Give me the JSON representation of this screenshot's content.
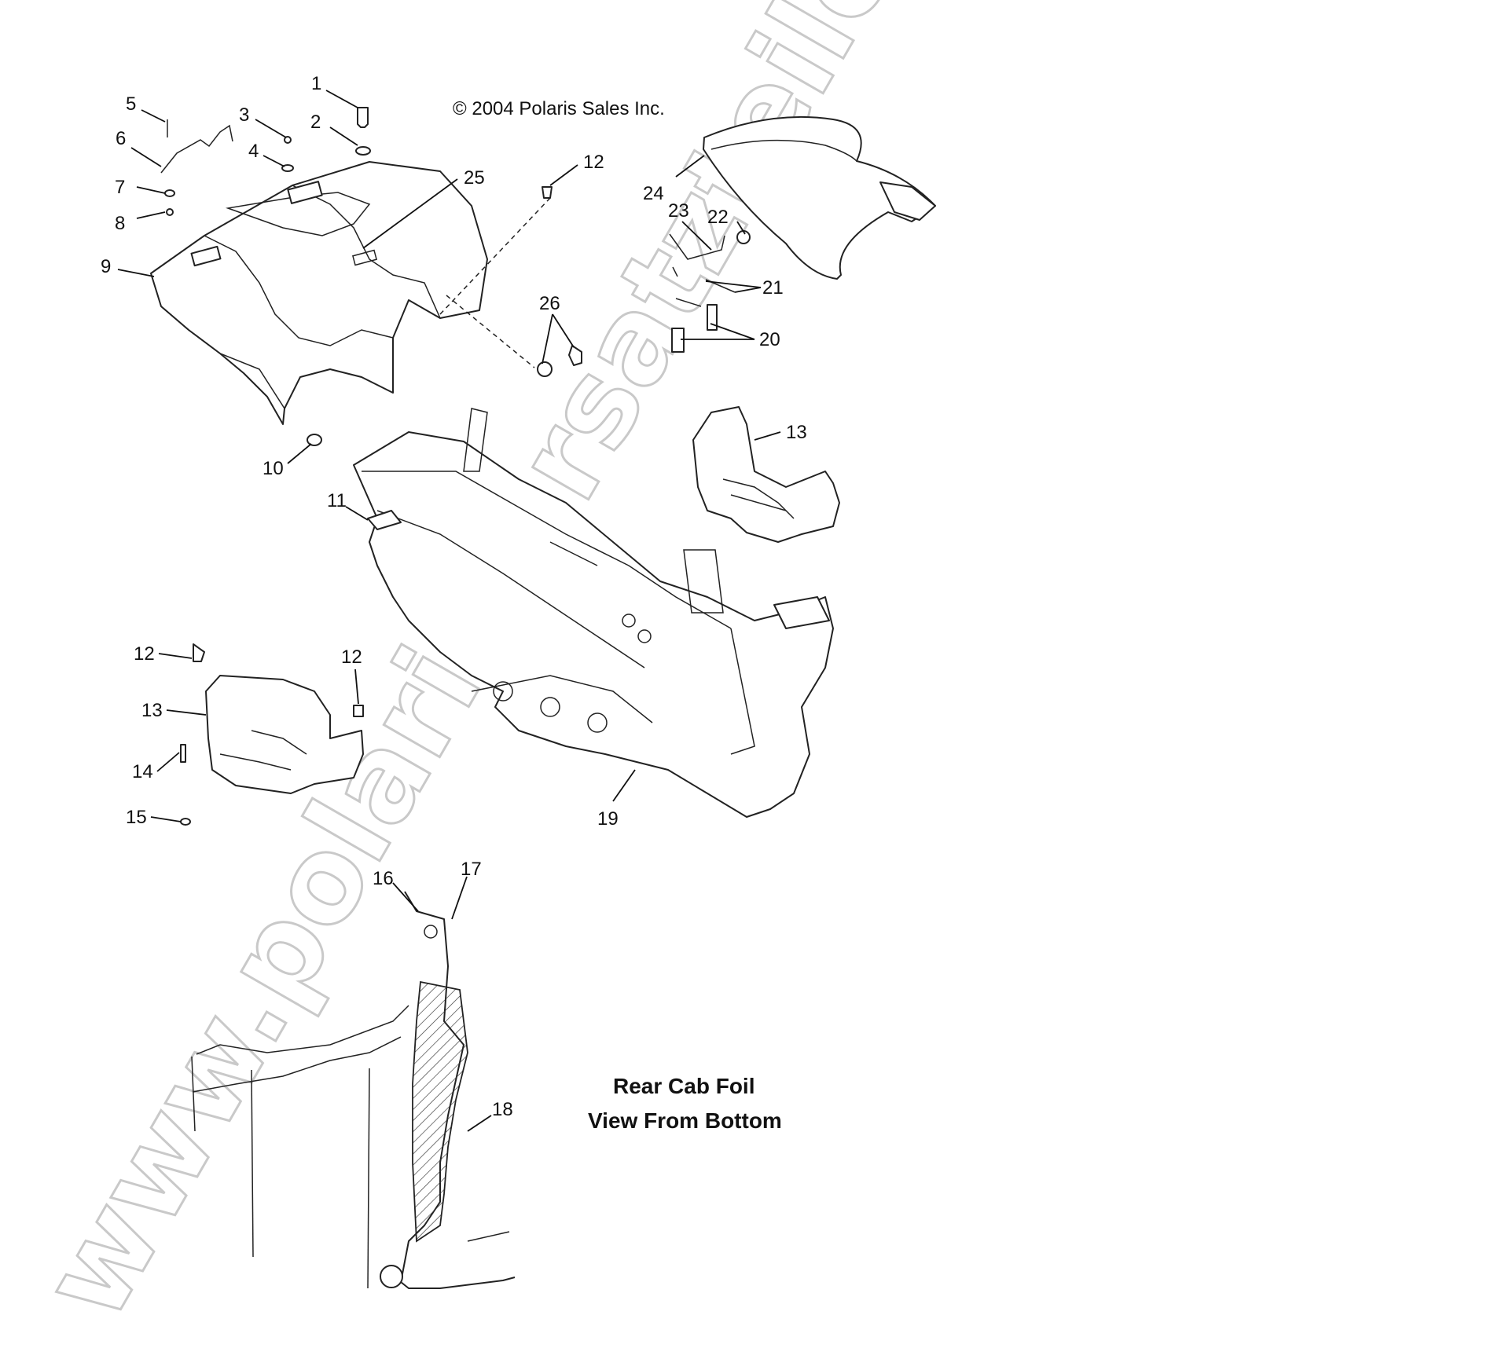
{
  "copyright": "© 2004 Polaris Sales Inc.",
  "watermark": "www.polaris-ersatzteile.de",
  "inset_caption": {
    "line1": "Rear Cab Foil",
    "line2": "View From Bottom"
  },
  "callouts": [
    "1",
    "2",
    "3",
    "4",
    "5",
    "6",
    "7",
    "8",
    "9",
    "10",
    "11",
    "12",
    "12",
    "12",
    "13",
    "13",
    "14",
    "15",
    "16",
    "17",
    "18",
    "19",
    "20",
    "21",
    "22",
    "23",
    "24",
    "25",
    "26"
  ]
}
